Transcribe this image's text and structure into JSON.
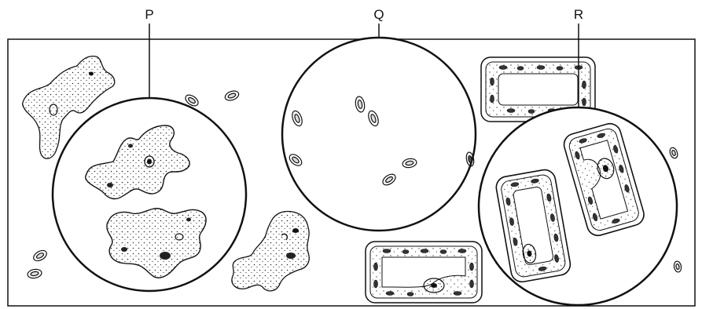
{
  "labels": {
    "p": "P",
    "q": "Q",
    "r": "R"
  },
  "colors": {
    "ink": "#111111",
    "background": "#ffffff",
    "stipple": "#333333"
  },
  "icons": {
    "amoeba": "amoeba-cell-icon",
    "rbc": "red-blood-cell-icon",
    "plant_cell": "plant-cell-icon"
  }
}
